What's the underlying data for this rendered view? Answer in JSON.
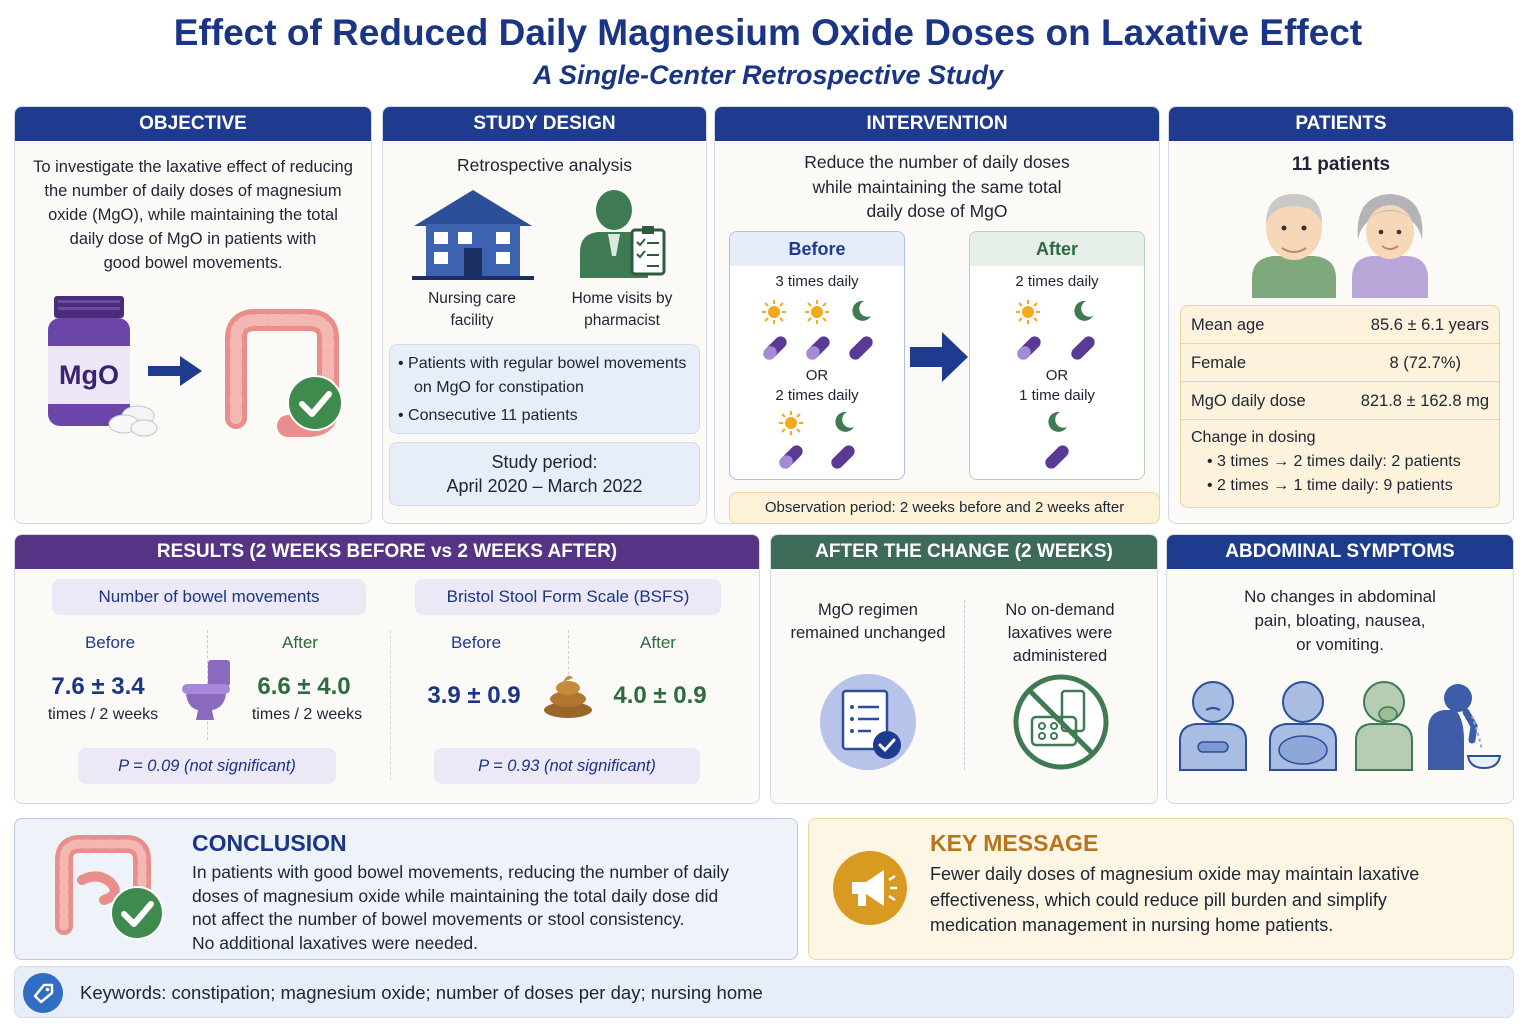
{
  "header": {
    "title": "Effect of Reduced Daily Magnesium Oxide Doses on Laxative Effect",
    "subtitle": "A Single-Center Retrospective Study"
  },
  "objective": {
    "heading": "OBJECTIVE",
    "lines": [
      "To investigate the laxative effect of reducing",
      "the number of daily doses of magnesium",
      "oxide (MgO), while maintaining the total",
      "daily dose of MgO in patients with",
      "good bowel movements."
    ],
    "bottle_label": "MgO"
  },
  "study_design": {
    "heading": "STUDY DESIGN",
    "type": "Retrospective analysis",
    "facility_line1": "Nursing care",
    "facility_line2": "facility",
    "visits_line1": "Home visits by",
    "visits_line2": "pharmacist",
    "bullet1_line1": "• Patients with regular bowel movements",
    "bullet1_line2": "on MgO for constipation",
    "bullet2": "• Consecutive 11 patients",
    "period_label": "Study period:",
    "period_value": "April 2020 – March 2022"
  },
  "intervention": {
    "heading": "INTERVENTION",
    "lines": [
      "Reduce the number of daily doses",
      "while maintaining the same total",
      "daily dose of MgO"
    ],
    "before": {
      "title": "Before",
      "opt1": "3 times daily",
      "or": "OR",
      "opt2": "2 times daily"
    },
    "after": {
      "title": "After",
      "opt1": "2 times daily",
      "or": "OR",
      "opt2": "1 time daily"
    },
    "observation": "Observation period: 2 weeks before and 2 weeks after"
  },
  "patients": {
    "heading": "PATIENTS",
    "count": "11 patients",
    "rows": [
      {
        "label": "Mean age",
        "value": "85.6 ± 6.1 years"
      },
      {
        "label": "Female",
        "value": "8 (72.7%)"
      },
      {
        "label": "MgO daily dose",
        "value": "821.8 ± 162.8 mg"
      }
    ],
    "change_label": "Change in dosing",
    "change1": "• 3 times → 2 times daily: 2 patients",
    "change2": "• 2 times → 1 time daily: 9 patients"
  },
  "results": {
    "heading": "RESULTS (2 WEEKS BEFORE vs 2 WEEKS AFTER)",
    "bowel": {
      "title": "Number of bowel movements",
      "before_label": "Before",
      "after_label": "After",
      "before_value": "7.6 ± 3.4",
      "after_value": "6.6 ± 4.0",
      "unit": "times / 2 weeks",
      "p_value": "P = 0.09 (not significant)"
    },
    "bsfs": {
      "title": "Bristol Stool Form Scale (BSFS)",
      "before_label": "Before",
      "after_label": "After",
      "before_value": "3.9 ± 0.9",
      "after_value": "4.0 ± 0.9",
      "p_value": "P = 0.93 (not significant)"
    }
  },
  "after_change": {
    "heading": "AFTER THE CHANGE (2 WEEKS)",
    "left_lines": [
      "MgO regimen",
      "remained unchanged"
    ],
    "right_lines": [
      "No on-demand",
      "laxatives were",
      "administered"
    ]
  },
  "abdominal": {
    "heading": "ABDOMINAL SYMPTOMS",
    "lines": [
      "No changes in abdominal",
      "pain, bloating, nausea,",
      "or vomiting."
    ]
  },
  "conclusion": {
    "heading": "CONCLUSION",
    "lines": [
      "In patients with good bowel movements, reducing the number of daily",
      "doses of magnesium oxide while maintaining the total daily dose did",
      "not affect the number of bowel movements or stool consistency.",
      "No additional laxatives were needed."
    ]
  },
  "key_message": {
    "heading": "KEY MESSAGE",
    "lines": [
      "Fewer daily doses of magnesium oxide may maintain laxative",
      "effectiveness, which could reduce pill burden and simplify",
      "medication management in nursing home patients."
    ]
  },
  "keywords": "Keywords: constipation; magnesium oxide; number of doses per day; nursing home",
  "colors": {
    "navy": "#1e3b8f",
    "purple": "#553486",
    "green": "#3d6b57",
    "accent_gold": "#b8741a"
  },
  "icons": [
    "mgo-bottle-icon",
    "colon-icon",
    "check-icon",
    "building-icon",
    "pharmacist-icon",
    "sun-icon",
    "moon-icon",
    "capsule-icon",
    "arrow-right-icon",
    "elderly-man-icon",
    "elderly-woman-icon",
    "toilet-icon",
    "stool-icon",
    "document-check-icon",
    "no-laxative-icon",
    "patient-symptom-icon",
    "megaphone-icon",
    "tag-icon"
  ]
}
